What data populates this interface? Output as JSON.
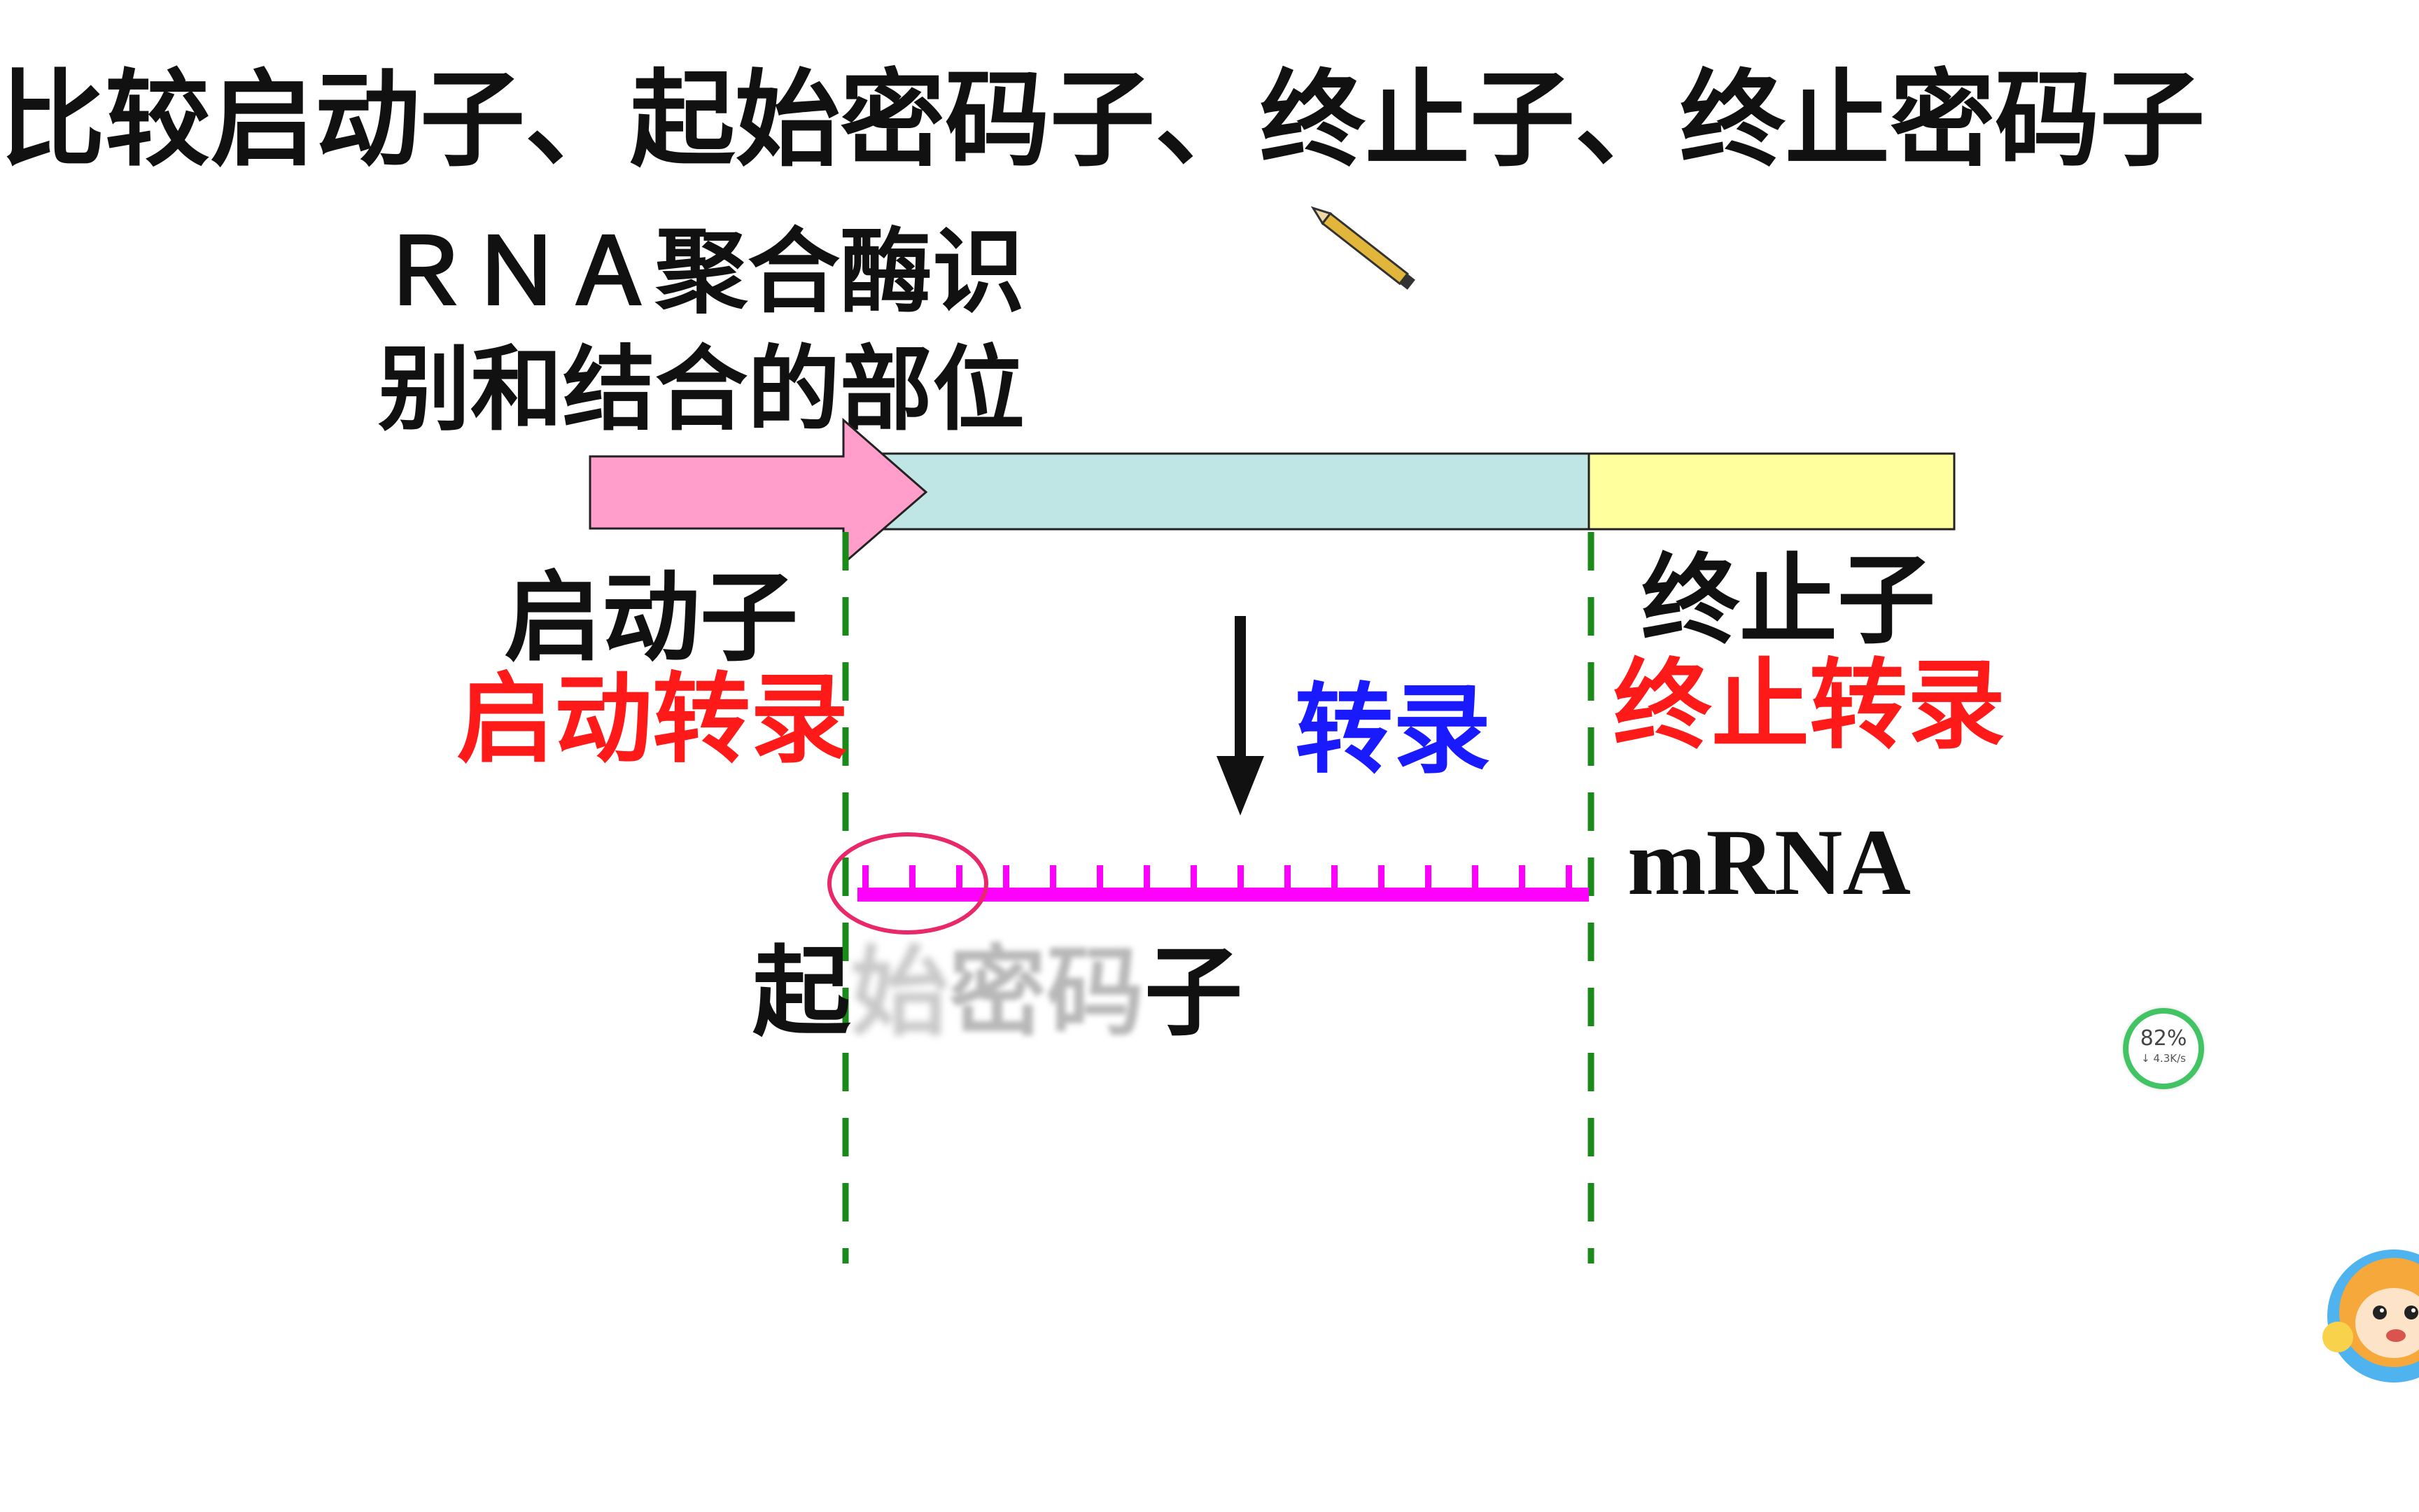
{
  "title": "比较启动子、起始密码子、终止子、终止密码子",
  "rna_polymerase_label": {
    "line1": "ＲＮＡ聚合酶识",
    "line2": "别和结合的部位"
  },
  "promoter": {
    "name": "启动子",
    "function": "启动转录"
  },
  "terminator": {
    "name": "终止子",
    "function": "终止转录"
  },
  "transcription_label": "转录",
  "mrna_label": "mRNA",
  "start_codon": {
    "first": "起",
    "hidden1": "始",
    "hidden2": "密码",
    "last": "子"
  },
  "overlay_widget": {
    "percent": "82%",
    "speed": "↓ 4.3K/s"
  },
  "colors": {
    "promoter_arrow": "#ff9ecb",
    "coding_region": "#bfe5e4",
    "terminator_region": "#ffff9e",
    "mrna_strand": "#ff00ff",
    "guide_lines": "#1a8a1a",
    "circle": "#e8286a",
    "red_text": "#ff1a1a",
    "blue_text": "#1a1aff"
  },
  "icons": [
    "pencil-icon",
    "download-progress-icon",
    "mascot-icon"
  ]
}
